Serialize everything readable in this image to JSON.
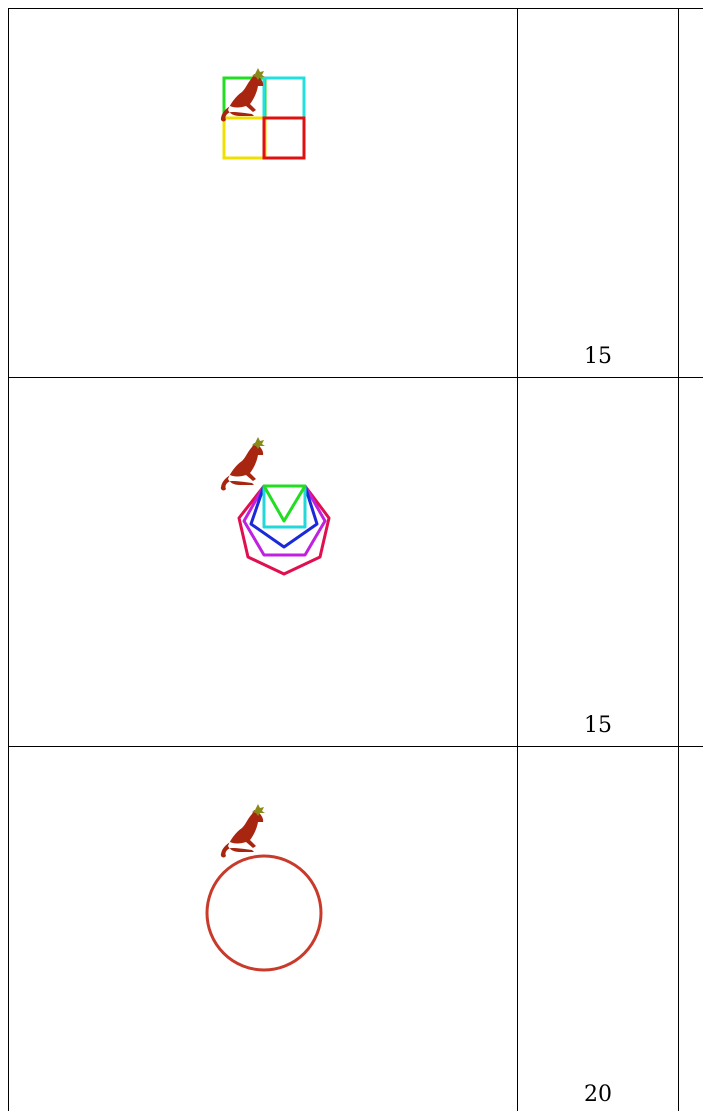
{
  "rows": [
    {
      "shape": "grid-of-four-squares",
      "score": "15",
      "colors": [
        "#22dd22",
        "#22e0e0",
        "#f0e000",
        "#e01010"
      ]
    },
    {
      "shape": "nested-polygons",
      "score": "15",
      "colors": [
        "#22dd22",
        "#22d8d8",
        "#1a2ad8",
        "#c020e0",
        "#e01050"
      ]
    },
    {
      "shape": "circle",
      "score": "20",
      "colors": [
        "#c83a2a"
      ]
    }
  ],
  "kangaroo": {
    "body": "#a8250f",
    "crown": "#8a8a1a"
  }
}
